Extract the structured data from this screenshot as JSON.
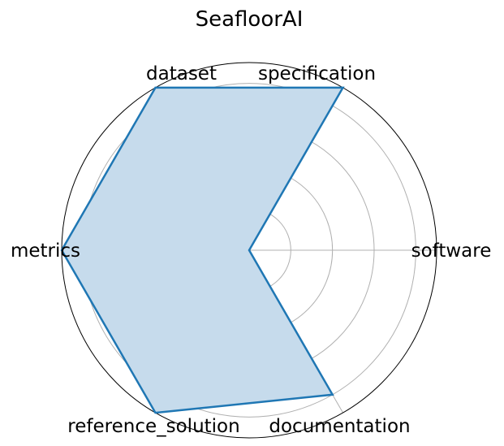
{
  "chart_data": {
    "type": "radar",
    "title": "SeafloorAI",
    "axes": [
      "software",
      "specification",
      "dataset",
      "metrics",
      "reference_solution",
      "documentation"
    ],
    "series": [
      {
        "values": [
          0,
          4.5,
          4.5,
          4.5,
          4.5,
          4.0
        ]
      }
    ],
    "rlim": [
      0,
      4.5
    ],
    "rgrid": [
      1,
      2,
      3,
      4
    ],
    "grid": true,
    "colors": {
      "line": "#1f77b4",
      "fill": "#c6dbec",
      "grid": "#b0b0b0",
      "frame": "#000000"
    }
  }
}
